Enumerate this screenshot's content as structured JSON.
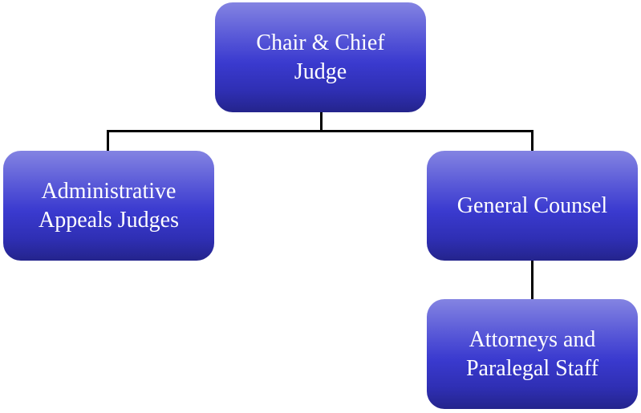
{
  "diagram": {
    "type": "org-chart",
    "colors": {
      "node_gradient_top": "#8484e2",
      "node_gradient_mid": "#3a3acf",
      "node_gradient_bottom": "#24248c",
      "node_text": "#ffffff",
      "connector": "#000000"
    },
    "nodes": [
      {
        "id": "chair",
        "label": "Chair & Chief\nJudge"
      },
      {
        "id": "judges",
        "label": "Administrative\nAppeals Judges"
      },
      {
        "id": "counsel",
        "label": "General Counsel"
      },
      {
        "id": "staff",
        "label": "Attorneys and\nParalegal Staff"
      }
    ],
    "edges": [
      {
        "from": "chair",
        "to": "judges"
      },
      {
        "from": "chair",
        "to": "counsel"
      },
      {
        "from": "counsel",
        "to": "staff"
      }
    ]
  }
}
